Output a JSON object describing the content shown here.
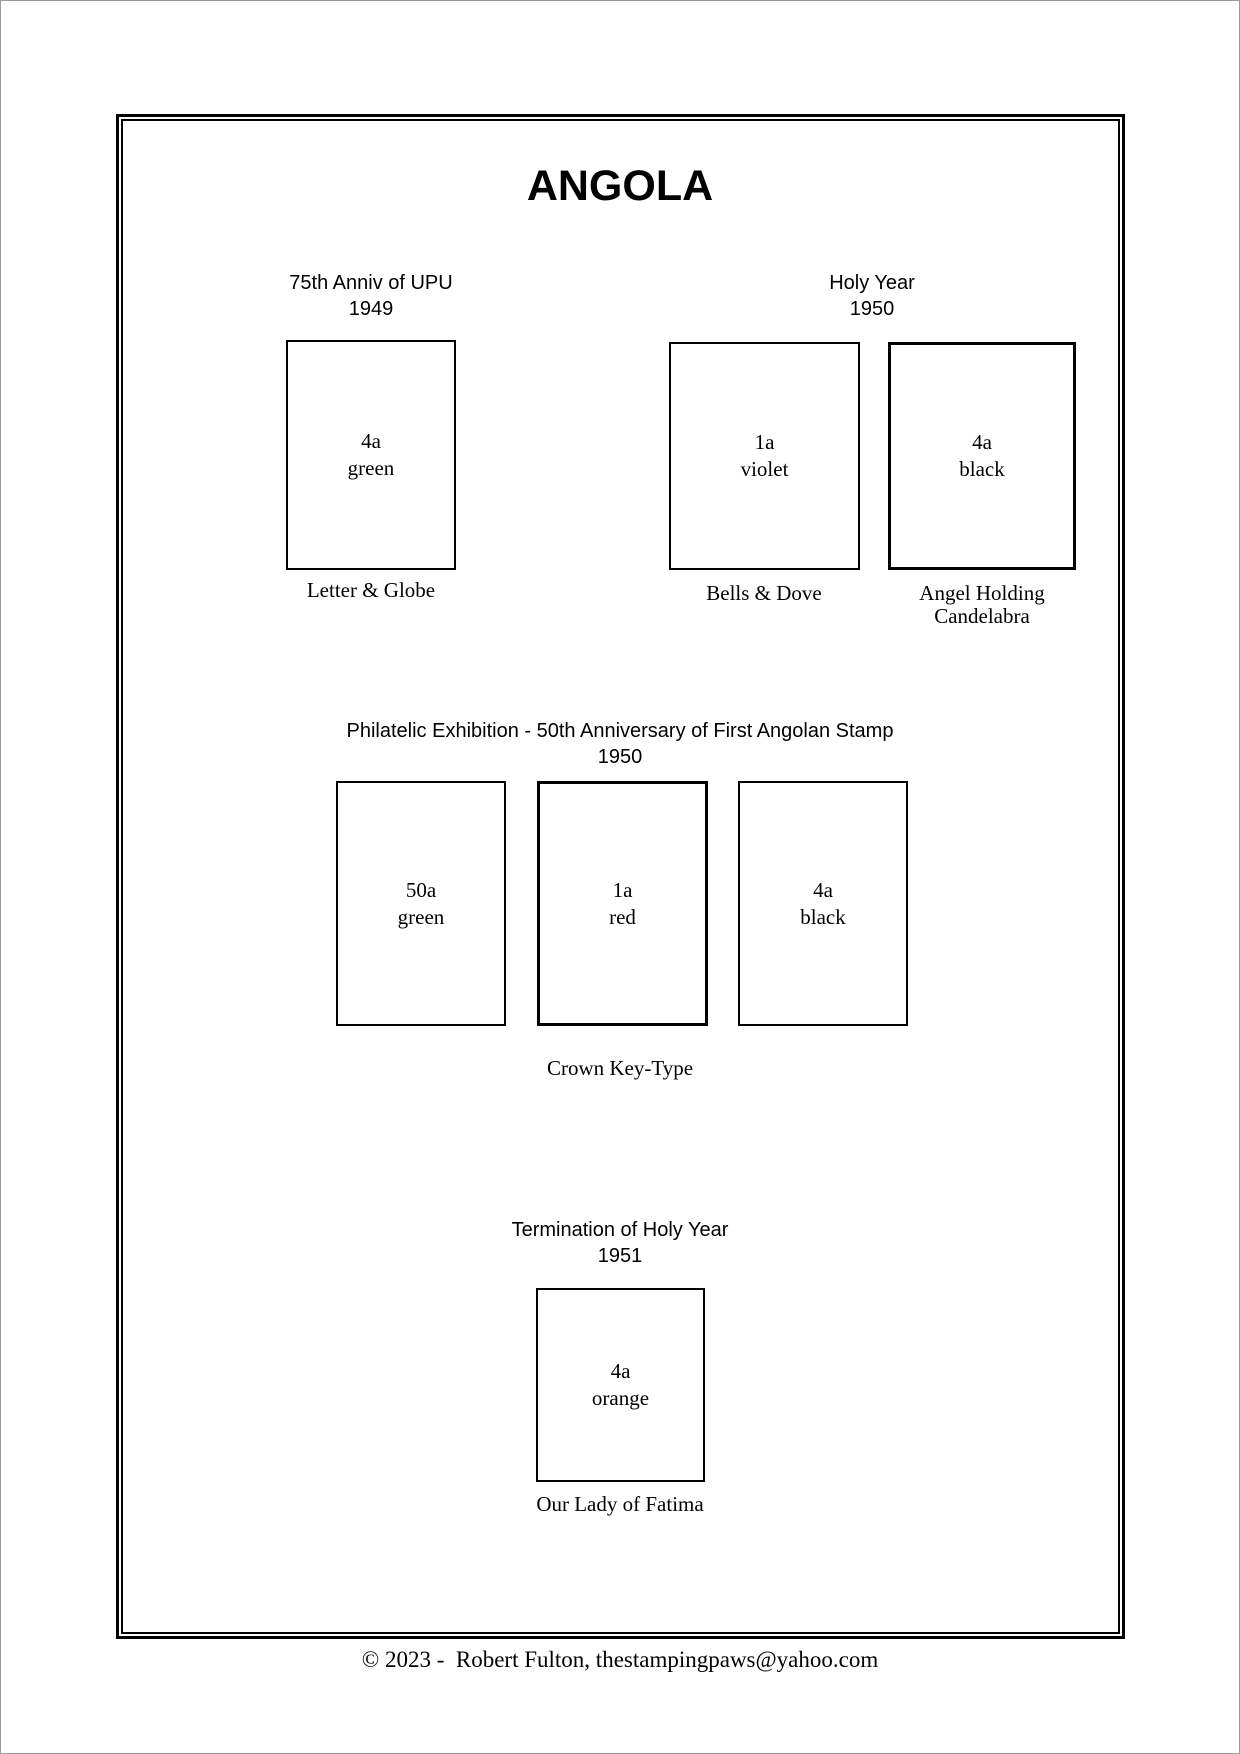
{
  "title": "ANGOLA",
  "footer": {
    "copyright": "© 2023 -  Robert Fulton, thestampingpaws@yahoo.com"
  },
  "sections": [
    {
      "heading": "75th Anniv of UPU",
      "year": "1949",
      "stamps": [
        {
          "value": "4a",
          "color_name": "green",
          "caption": "Letter & Globe"
        }
      ]
    },
    {
      "heading": "Holy Year",
      "year": "1950",
      "stamps": [
        {
          "value": "1a",
          "color_name": "violet",
          "caption": "Bells & Dove"
        },
        {
          "value": "4a",
          "color_name": "black",
          "caption": "Angel Holding Candelabra"
        }
      ]
    },
    {
      "heading": "Philatelic Exhibition - 50th Anniversary of First Angolan Stamp",
      "year": "1950",
      "group_caption": "Crown Key-Type",
      "stamps": [
        {
          "value": "50a",
          "color_name": "green"
        },
        {
          "value": "1a",
          "color_name": "red"
        },
        {
          "value": "4a",
          "color_name": "black"
        }
      ]
    },
    {
      "heading": "Termination of Holy Year",
      "year": "1951",
      "stamps": [
        {
          "value": "4a",
          "color_name": "orange",
          "caption": "Our Lady of Fatima"
        }
      ]
    }
  ]
}
